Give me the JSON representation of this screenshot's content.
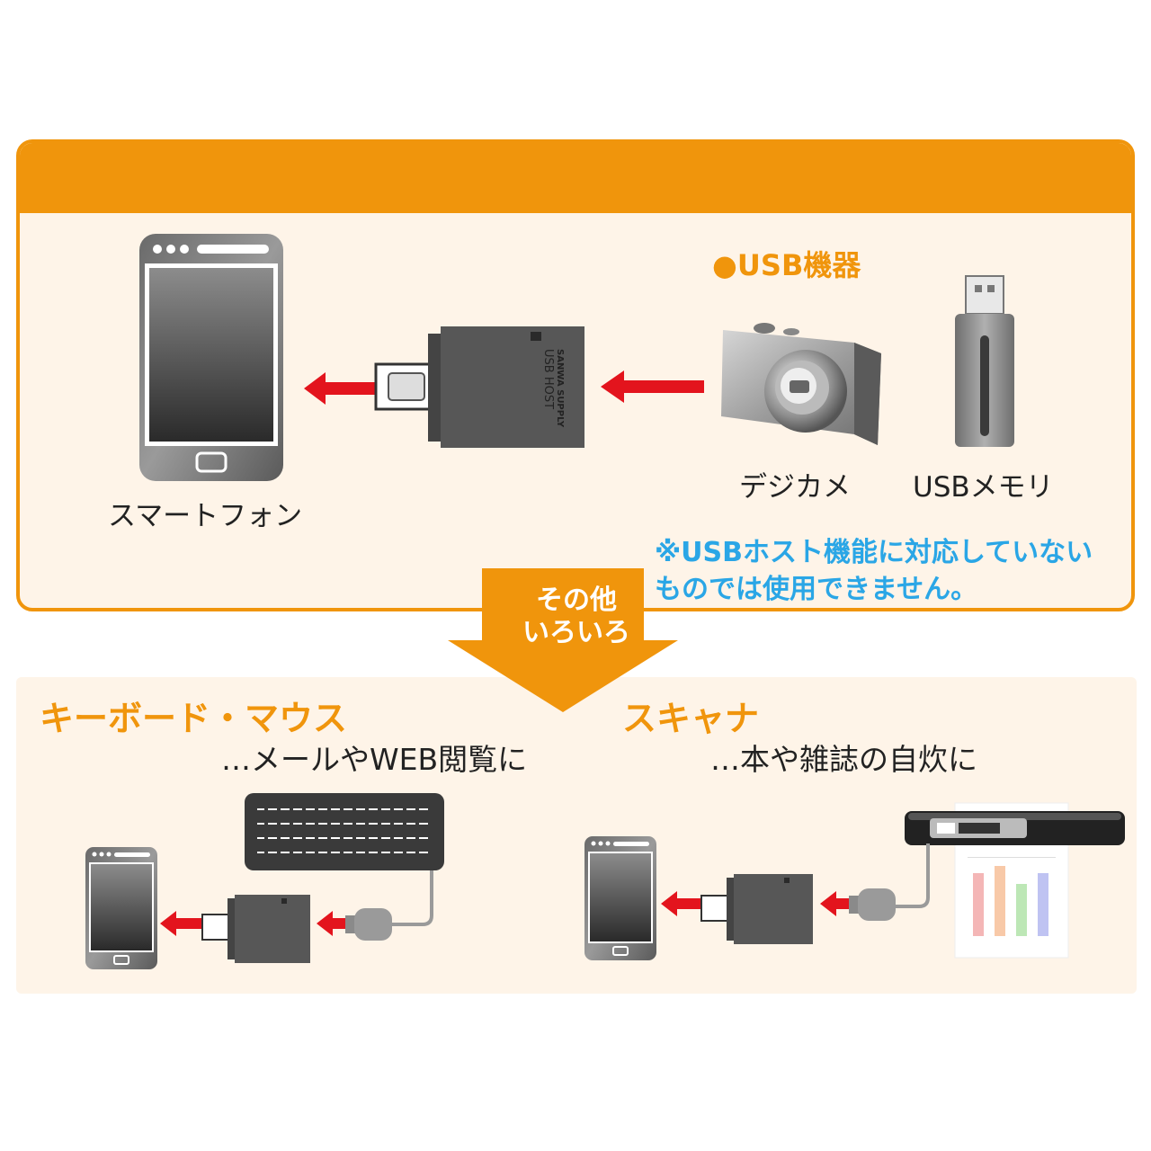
{
  "header": {
    "title": "スマートフォン・タブレットPCでUSB機器が使える"
  },
  "usb_devices": {
    "heading": "●USB機器",
    "camera_label": "デジカメ",
    "memory_label": "USBメモリ"
  },
  "smartphone_label": "スマートフォン",
  "adapter_text": {
    "line1": "USB HOST",
    "line2": "SANWA SUPPLY"
  },
  "note": {
    "line1": "※USBホスト機能に対応していない",
    "line2": "ものでは使用できません。"
  },
  "arrow": {
    "line1": "その他",
    "line2": "いろいろ"
  },
  "keyboard_section": {
    "title": "キーボード・マウス",
    "desc": "…メールやWEB閲覧に"
  },
  "scanner_section": {
    "title": "スキャナ",
    "desc": "…本や雑誌の自炊に"
  },
  "colors": {
    "accent": "#f0950c",
    "note": "#2aa6e6",
    "arrow_red": "#e3141d",
    "panel_bg": "#fef4e8"
  }
}
